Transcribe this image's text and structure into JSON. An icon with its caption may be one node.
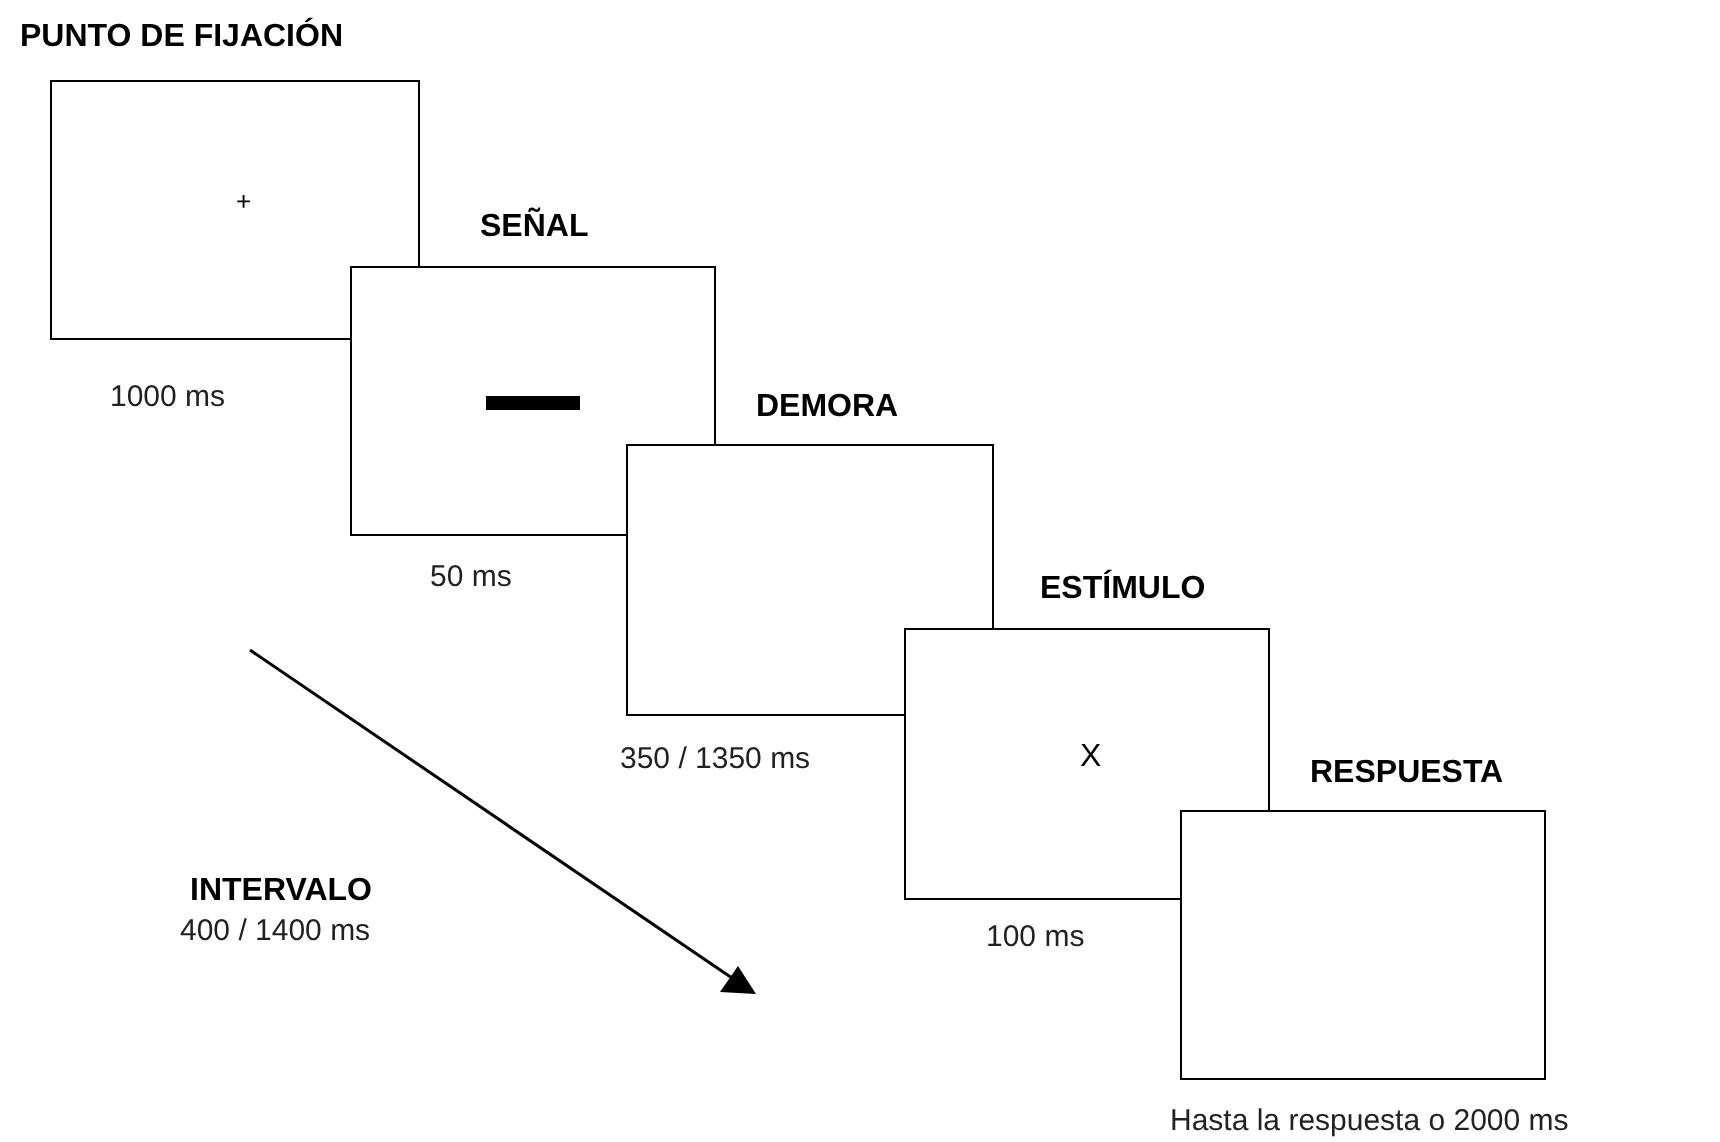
{
  "diagram": {
    "nodes": [
      {
        "text": [
          "PUNTO DE FIJACIÓN",
          "+"
        ],
        "beside": [
          "1000 ms"
        ]
      },
      {
        "text": [
          "SEÑAL"
        ],
        "beside": [
          "50 ms"
        ]
      },
      {
        "text": [
          "DEMORA"
        ],
        "beside": [
          "350 / 1350 ms"
        ]
      },
      {
        "text": [
          "ESTÍMULO",
          "X"
        ],
        "beside": [
          "100 ms"
        ]
      },
      {
        "text": [
          "RESPUESTA"
        ],
        "beside": [
          "Hasta la respuesta o 2000 ms"
        ]
      }
    ],
    "labels": [
      "INTERVALO",
      "400 / 1400 ms"
    ]
  }
}
